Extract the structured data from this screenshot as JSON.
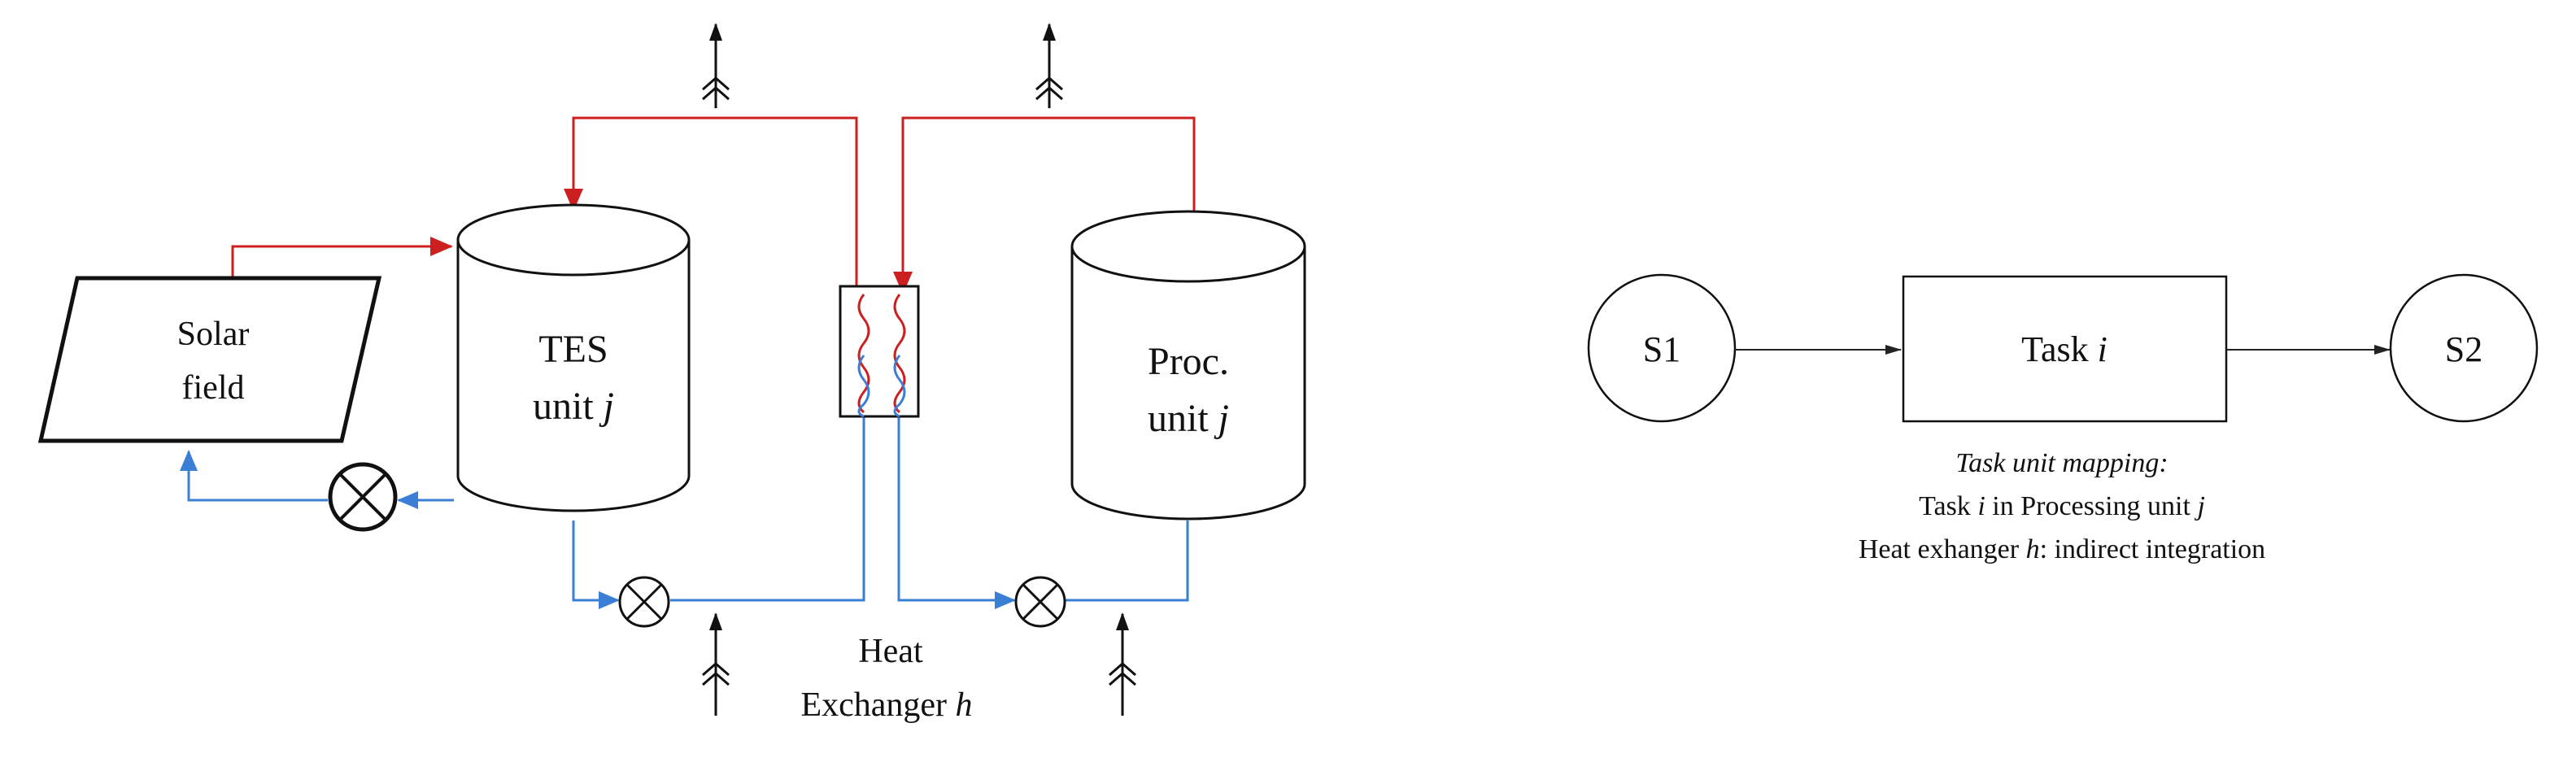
{
  "left_diagram": {
    "solar_field": {
      "line1": "Solar",
      "line2": "field"
    },
    "tes_unit": {
      "line1": "TES",
      "line2_main": "unit ",
      "line2_var": "j"
    },
    "proc_unit": {
      "line1": "Proc.",
      "line2_main": "unit ",
      "line2_var": "j"
    },
    "heat_exchanger": {
      "line1": "Heat",
      "line2_main": "Exchanger ",
      "line2_var": "h"
    },
    "icons": {
      "valve": "valve-icon",
      "flow_arrow": "flow-arrow-icon"
    },
    "colors": {
      "hot": "#cc1f1f",
      "cold": "#3a7fd5",
      "outline": "#111111"
    }
  },
  "right_diagram": {
    "state1": "S1",
    "state2": "S2",
    "task": {
      "main": "Task ",
      "var": "i"
    },
    "caption": {
      "title": "Task unit mapping:",
      "line1_a": "Task ",
      "line1_var1": "i",
      "line1_b": " in Processing unit ",
      "line1_var2": "j",
      "line2_a": "Heat exhanger ",
      "line2_var": "h",
      "line2_b": ": indirect integration"
    }
  }
}
